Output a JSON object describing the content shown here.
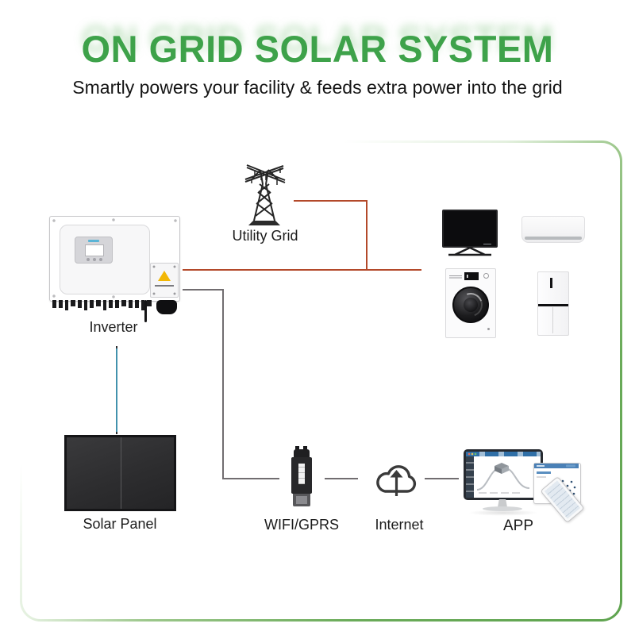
{
  "header": {
    "title": "ON GRID SOLAR SYSTEM",
    "subtitle": "Smartly powers your facility & feeds extra power into the grid"
  },
  "diagram": {
    "nodes": {
      "utility_grid": {
        "label": "Utility Grid"
      },
      "inverter": {
        "label": "Inverter"
      },
      "solar_panel": {
        "label": "Solar Panel"
      },
      "wifi": {
        "label": "WIFI/GPRS"
      },
      "internet": {
        "label": "Internet"
      },
      "app": {
        "label": "APP"
      }
    },
    "appliances": [
      {
        "name": "tv"
      },
      {
        "name": "air-conditioner"
      },
      {
        "name": "washing-machine"
      },
      {
        "name": "refrigerator"
      }
    ]
  },
  "colors": {
    "title_green": "#3ea24a",
    "frame_green": "#5fa44f",
    "grid_line": "#b3492a",
    "comm_line": "#716d70",
    "pv_line": "#4292ad"
  }
}
